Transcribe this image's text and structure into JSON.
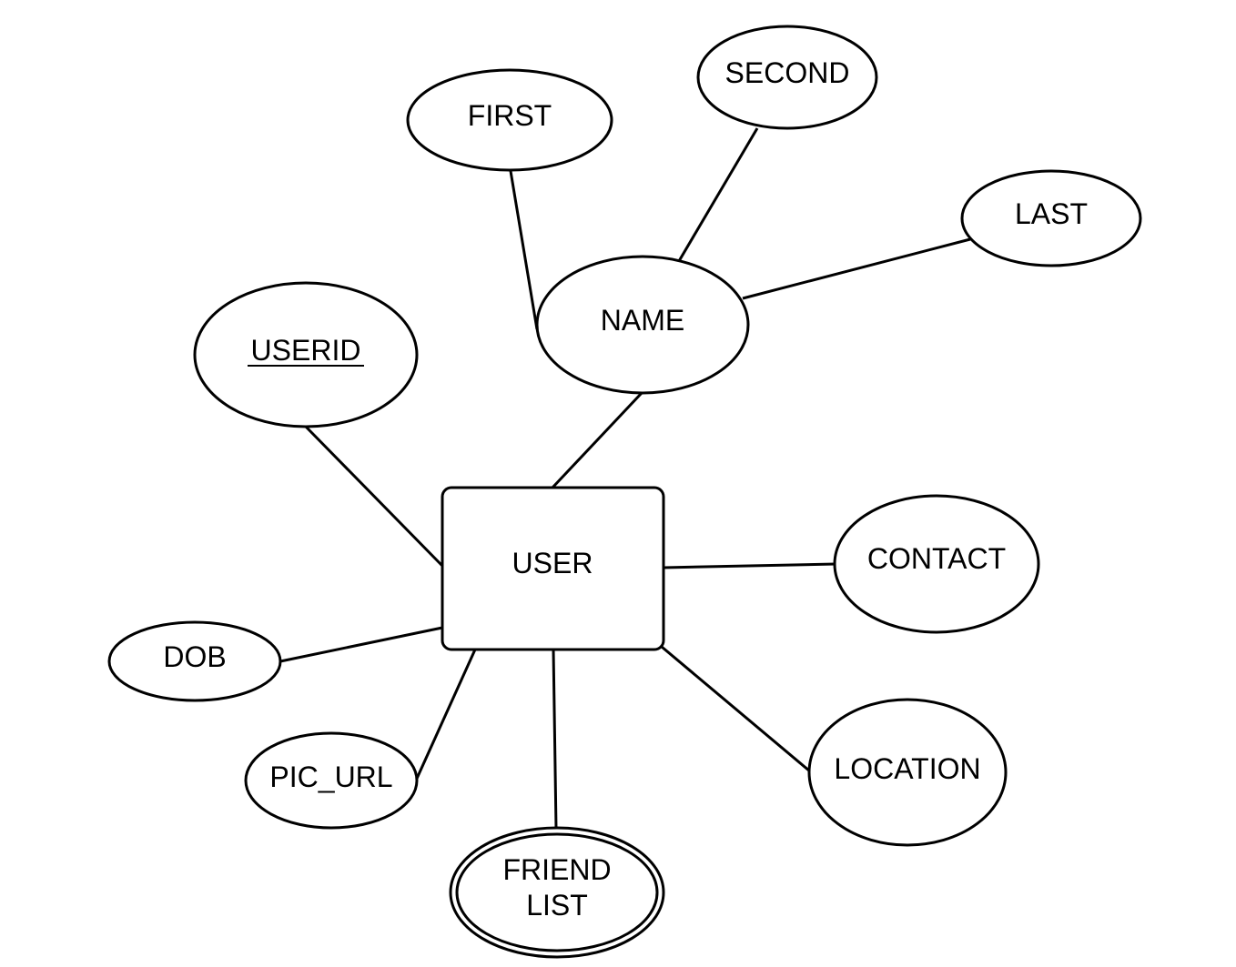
{
  "entity": {
    "label": "USER"
  },
  "attributes": {
    "userid": "USERID",
    "name": "NAME",
    "first": "FIRST",
    "second": "SECOND",
    "last": "LAST",
    "contact": "CONTACT",
    "location": "LOCATION",
    "friend_list": [
      "FRIEND",
      "LIST"
    ],
    "pic_url": "PIC_URL",
    "dob": "DOB"
  },
  "relations": [
    {
      "from": "USER",
      "to": "USERID"
    },
    {
      "from": "USER",
      "to": "NAME"
    },
    {
      "from": "NAME",
      "to": "FIRST"
    },
    {
      "from": "NAME",
      "to": "SECOND"
    },
    {
      "from": "NAME",
      "to": "LAST"
    },
    {
      "from": "USER",
      "to": "CONTACT"
    },
    {
      "from": "USER",
      "to": "LOCATION"
    },
    {
      "from": "USER",
      "to": "FRIEND LIST"
    },
    {
      "from": "USER",
      "to": "PIC_URL"
    },
    {
      "from": "USER",
      "to": "DOB"
    }
  ],
  "notation": {
    "key_attribute": "USERID",
    "multivalued_attribute": "FRIEND LIST"
  },
  "colors": {
    "stroke": "#000000",
    "fill": "#ffffff",
    "background": "#ffffff"
  }
}
